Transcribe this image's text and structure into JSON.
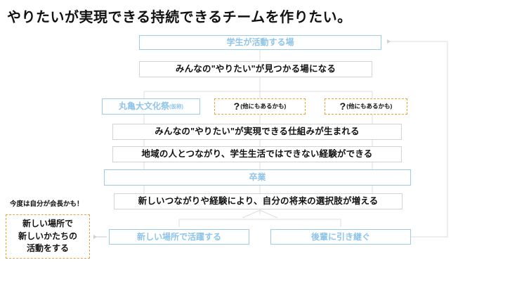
{
  "slide": {
    "title": "やりたいが実現できる持続できるチームを作りたい。",
    "colors": {
      "blue_outline": "#9ecbe8",
      "blue_text": "#8fc4e8",
      "gray_outline": "#d3d3d3",
      "orange_dashed": "#e8a33d",
      "connector": "#d8d8d8",
      "text": "#111111",
      "background": "#ffffff"
    },
    "nodes": {
      "top_place": "学生が活動する場",
      "find_place": "みんなの\"やりたい\"が見つかる場になる",
      "festival_name": "丸亀大文化祭",
      "festival_suffix": "(仮称)",
      "other1_mark": "?",
      "other1_text": "(他にもあるかも)",
      "other2_mark": "?",
      "other2_text": "(他にもあるかも)",
      "mechanism": "みんなの\"やりたい\"が実現できる仕組みが生まれる",
      "local_experience": "地域の人とつながり、学生生活ではできない経験ができる",
      "graduation": "卒業",
      "future_options": "新しいつながりや経験により、自分の将来の選択肢が増える",
      "new_place_active": "新しい場所で活躍する",
      "hand_over": "後輩に引き継ぐ",
      "new_activity_line1": "新しい場所で",
      "new_activity_line2": "新しいかたちの",
      "new_activity_line3": "活動をする"
    },
    "annotations": {
      "president": "今度は自分が会長かも！"
    }
  }
}
